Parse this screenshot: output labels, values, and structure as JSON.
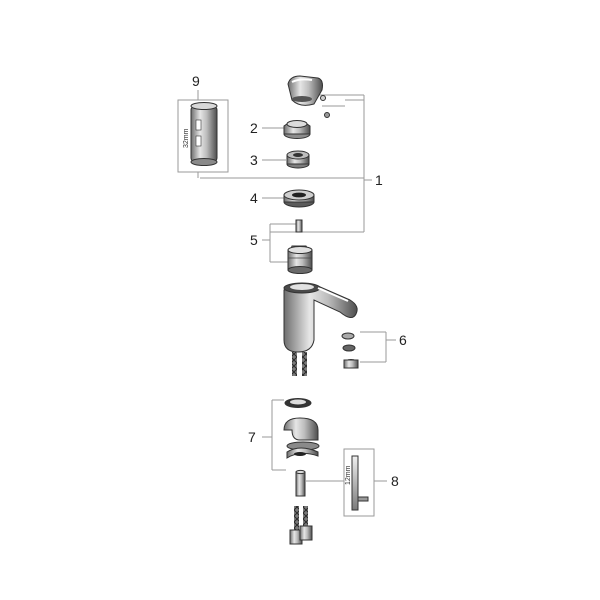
{
  "callouts": {
    "c1": "1",
    "c2": "2",
    "c3": "3",
    "c4": "4",
    "c5": "5",
    "c6": "6",
    "c7": "7",
    "c8": "8",
    "c9": "9"
  },
  "tool_labels": {
    "wrench_size": "32mm",
    "key_size": "12mm"
  }
}
